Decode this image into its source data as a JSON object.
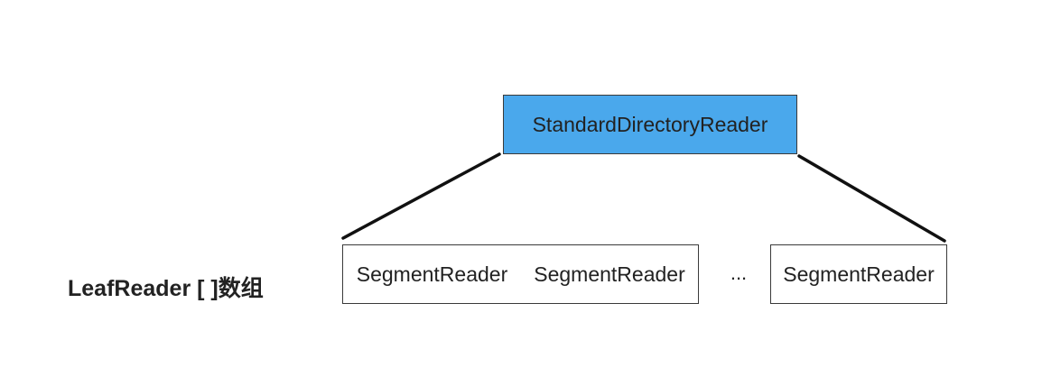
{
  "root": {
    "label": "StandardDirectoryReader",
    "fill_color": "#4aa8ec"
  },
  "array_label": "LeafReader [ ]数组",
  "segments": [
    {
      "label": "SegmentReader"
    },
    {
      "label": "SegmentReader"
    },
    {
      "label": "SegmentReader"
    }
  ],
  "ellipsis": "..."
}
